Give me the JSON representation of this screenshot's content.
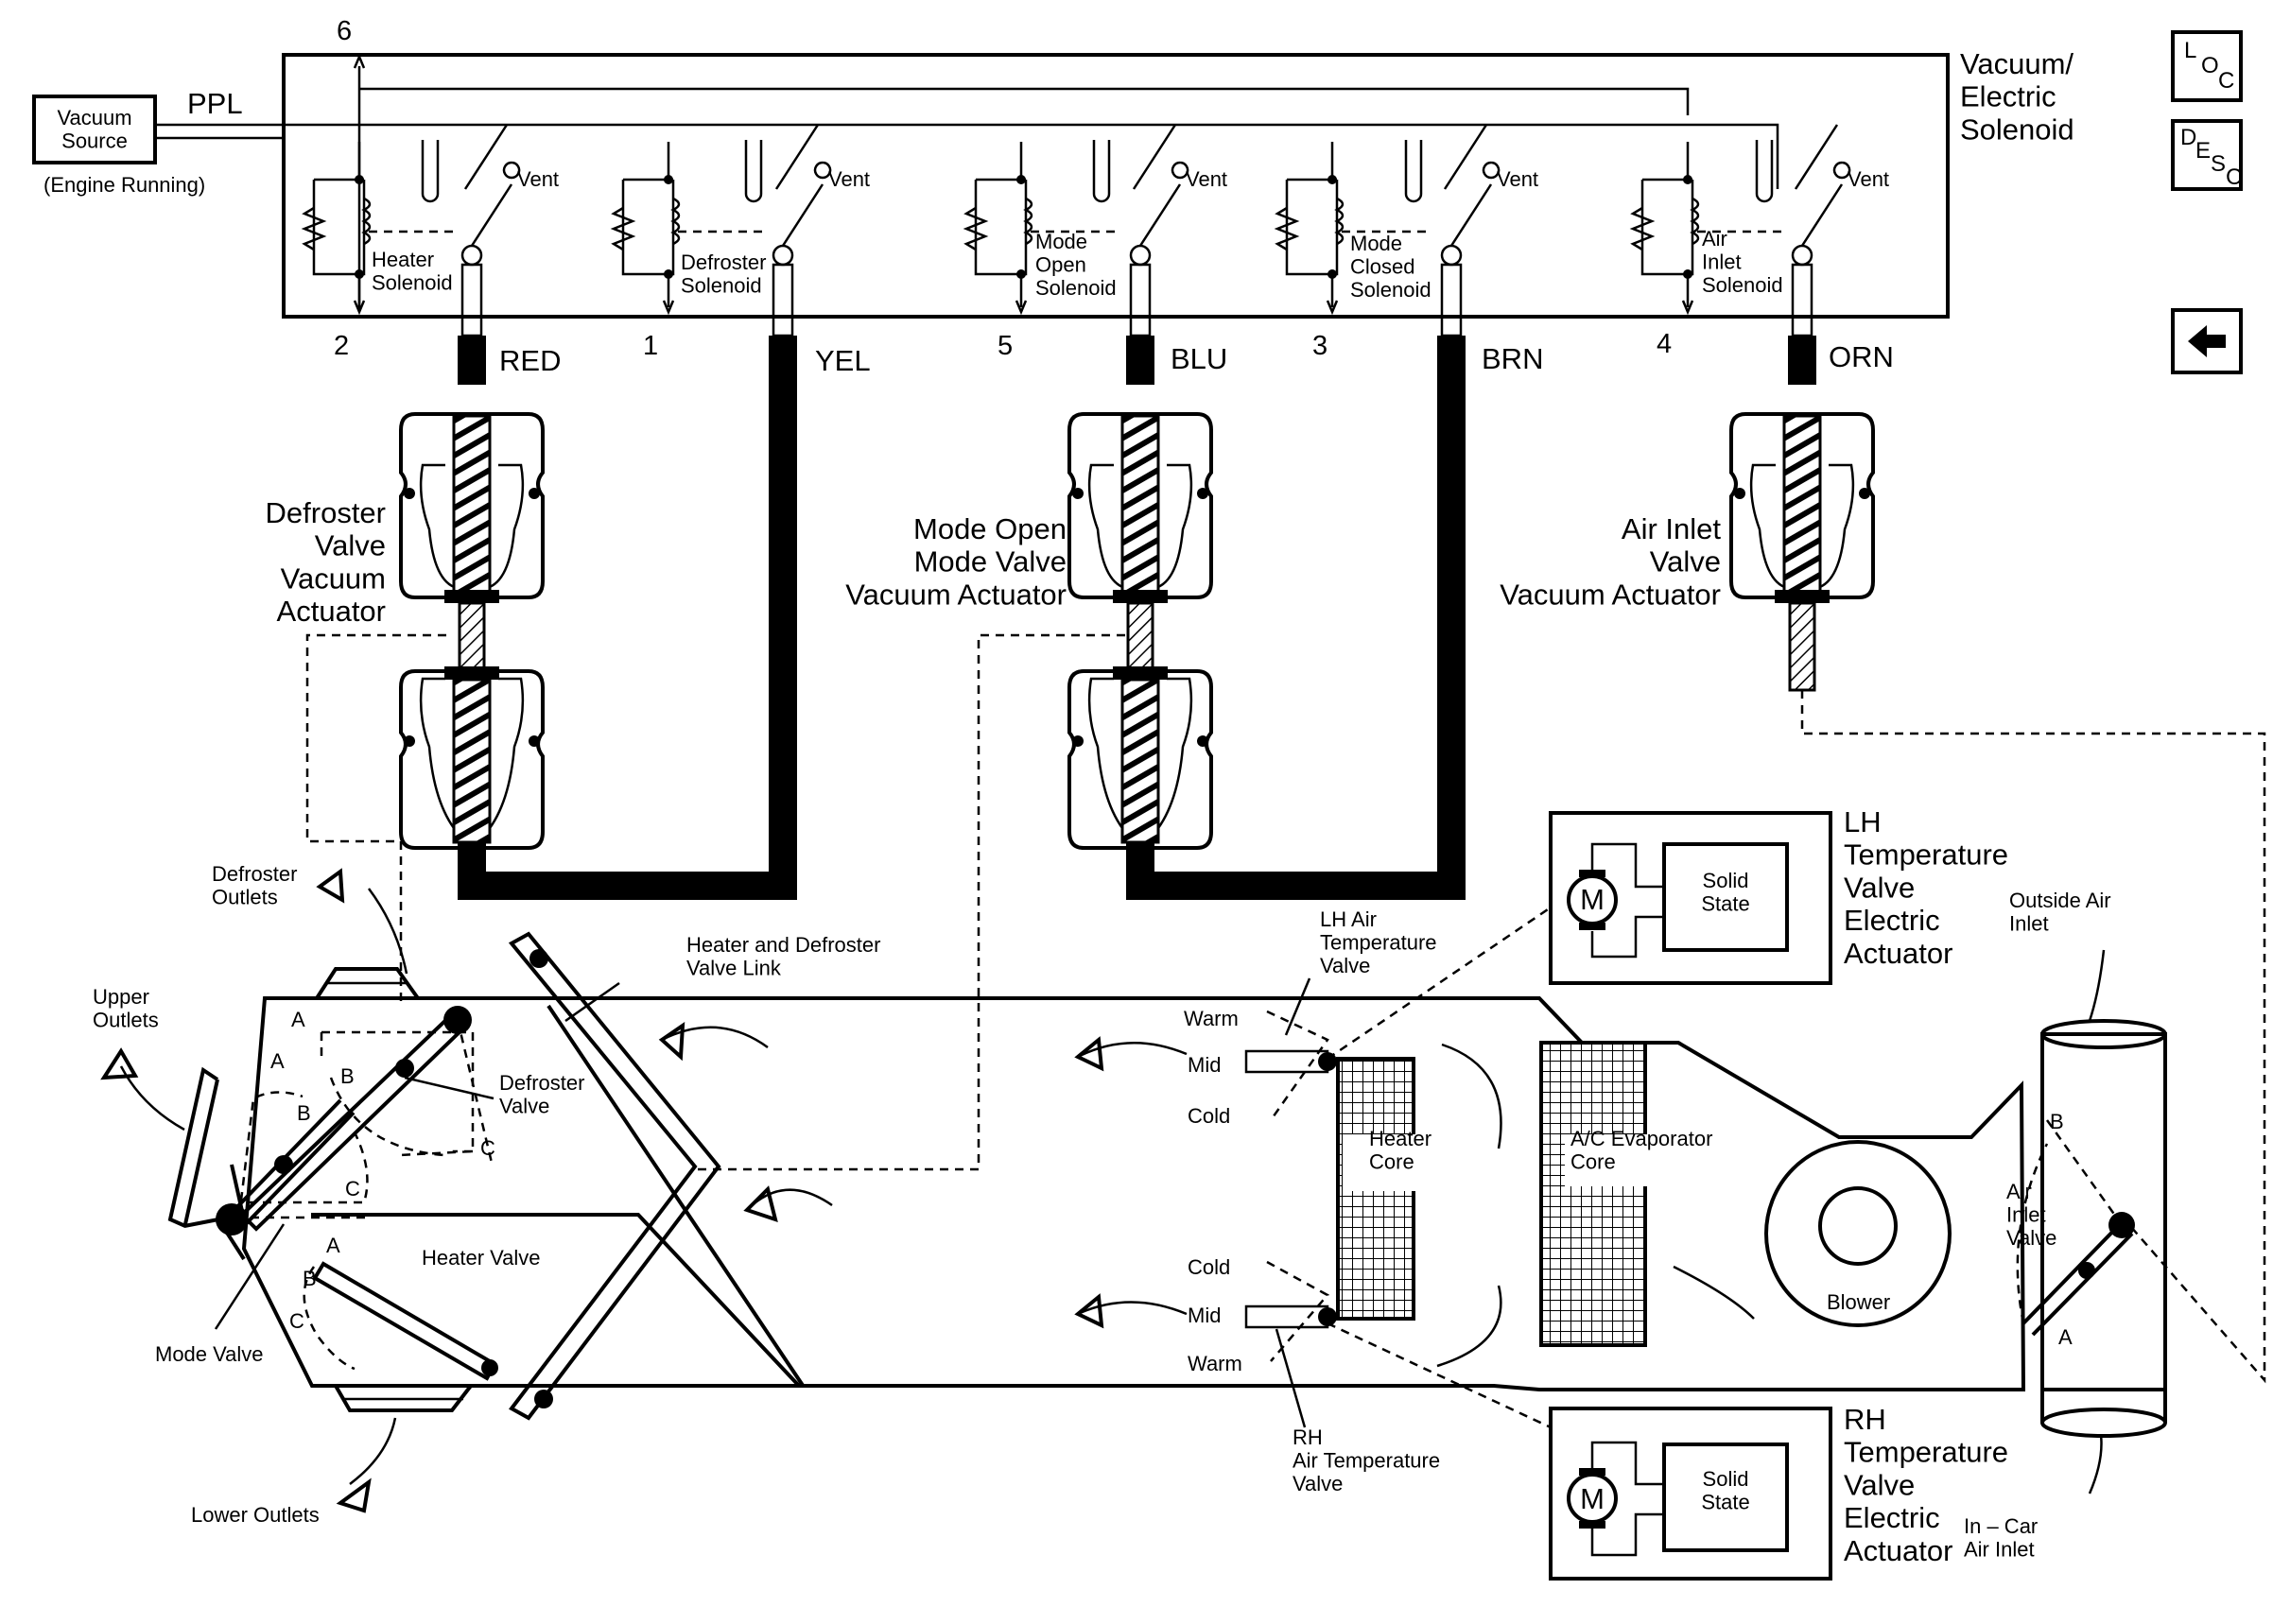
{
  "solenoid_block": {
    "title": "Vacuum/\nElectric\nSolenoid",
    "vacuum_source": "Vacuum\nSource",
    "engine_running": "(Engine Running)",
    "ppl": "PPL",
    "vent": "Vent",
    "pins": [
      "6",
      "2",
      "1",
      "5",
      "3",
      "4"
    ],
    "solenoids": [
      {
        "name": "Heater\nSolenoid"
      },
      {
        "name": "Defroster\nSolenoid"
      },
      {
        "name": "Mode\nOpen\nSolenoid"
      },
      {
        "name": "Mode\nClosed\nSolenoid"
      },
      {
        "name": "Air\nInlet\nSolenoid"
      }
    ]
  },
  "wires": [
    "RED",
    "YEL",
    "BLU",
    "BRN",
    "ORN"
  ],
  "actuators": {
    "defroster": "Defroster\nValve\nVacuum\nActuator",
    "mode": "Mode Open\nMode Valve\nVacuum Actuator",
    "air_inlet": "Air Inlet\nValve\nVacuum Actuator"
  },
  "electric_actuators": {
    "lh": "LH\nTemperature\nValve\nElectric\nActuator",
    "rh": "RH\nTemperature\nValve\nElectric\nActuator",
    "motor": "M",
    "solid_state": "Solid\nState"
  },
  "hvac_case": {
    "defroster_outlets": "Defroster\nOutlets",
    "upper_outlets": "Upper\nOutlets",
    "lower_outlets": "Lower Outlets",
    "heater_defroster_link": "Heater and Defroster\nValve Link",
    "defroster_valve": "Defroster\nValve",
    "heater_valve": "Heater Valve",
    "mode_valve": "Mode Valve",
    "lh_air_temp_valve": "LH Air\nTemperature\nValve",
    "rh_air_temp_valve": "RH\nAir Temperature\nValve",
    "heater_core": "Heater\nCore",
    "evaporator_core": "A/C Evaporator\nCore",
    "blower": "Blower",
    "air_inlet_valve": "Air\nInlet\nValve",
    "outside_air_inlet": "Outside Air\nInlet",
    "in_car_air_inlet": "In – Car\nAir Inlet",
    "warm": "Warm",
    "mid": "Mid",
    "cold": "Cold",
    "pos_a": "A",
    "pos_b": "B",
    "pos_c": "C"
  },
  "nav": {
    "loc": [
      "L",
      "O",
      "C"
    ],
    "desc": [
      "D",
      "E",
      "S",
      "C"
    ]
  }
}
